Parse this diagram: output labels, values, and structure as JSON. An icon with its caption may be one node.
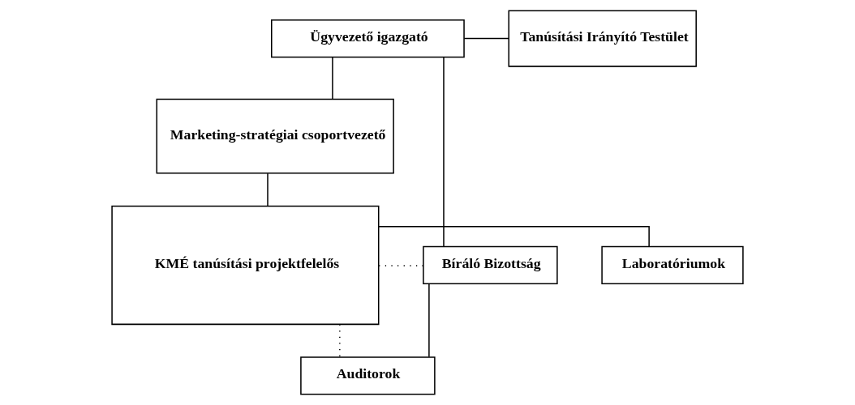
{
  "diagram": {
    "nodes": [
      {
        "text": [
          "Ügyvezető igazgató"
        ]
      },
      {
        "text": [
          "Tanúsítási Irányító Testület"
        ]
      },
      {
        "text": [
          "Marketing-stratégiai csoportvezető"
        ]
      },
      {
        "text": [
          "Bíráló Bizottság"
        ]
      },
      {
        "text": [
          "KMÉ tanúsítási projektfelelős"
        ]
      },
      {
        "text": [
          "Laboratóriumok"
        ]
      },
      {
        "text": [
          "Auditorok"
        ]
      }
    ],
    "edges": [
      {
        "from": 0,
        "to": 1,
        "arrow": "none"
      },
      {
        "from": 0,
        "to": 2,
        "arrow": "none"
      },
      {
        "from": 0,
        "to": 3,
        "arrow": "none"
      },
      {
        "from": 2,
        "to": 4,
        "arrow": "none"
      },
      {
        "from": 4,
        "to": 3,
        "arrow": "none",
        "style": "dashed"
      },
      {
        "from": 4,
        "to": 5,
        "arrow": "none"
      },
      {
        "from": 3,
        "to": 6,
        "arrow": "none"
      },
      {
        "from": 4,
        "to": 6,
        "arrow": "none",
        "style": "dashed"
      }
    ]
  }
}
